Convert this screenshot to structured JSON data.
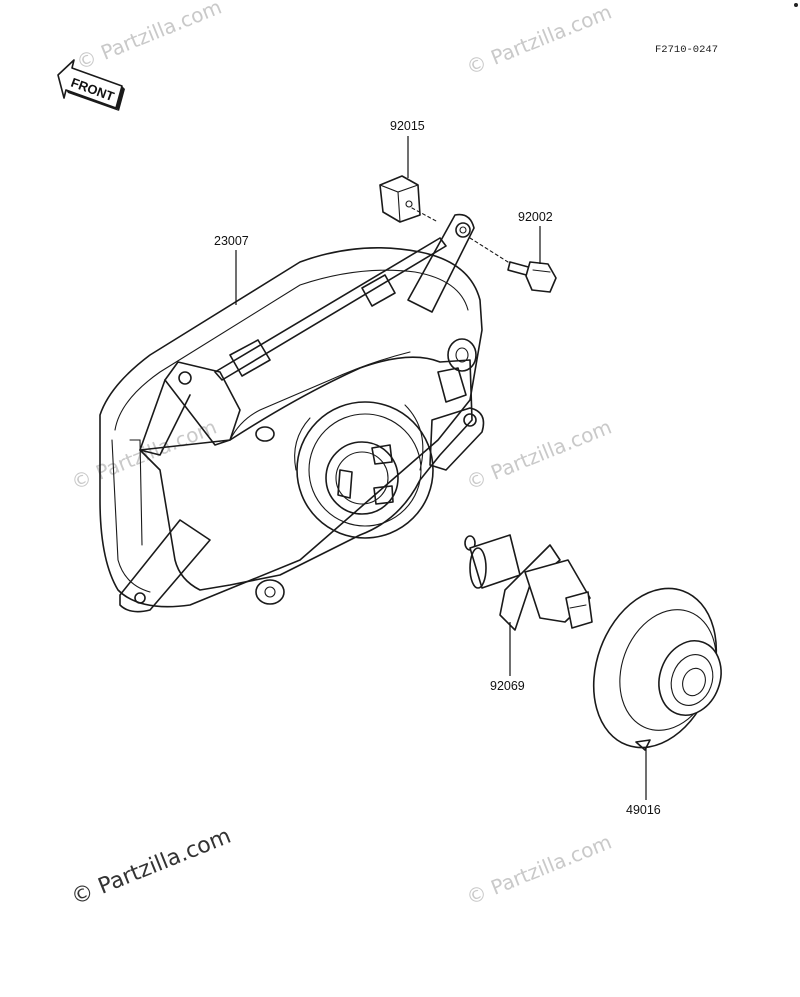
{
  "diagram_code": "F2710-0247",
  "front_marker": "FRONT",
  "parts": {
    "clip": "92015",
    "bolt": "92002",
    "headlight_unit": "23007",
    "bulb": "92069",
    "cap": "49016"
  },
  "watermarks": {
    "faint": "© Partzilla.com",
    "main": "© Partzilla.com"
  },
  "colors": {
    "ink": "#1a1a1a",
    "watermark_faint": "#c9c9c9",
    "watermark_main": "#333333"
  }
}
